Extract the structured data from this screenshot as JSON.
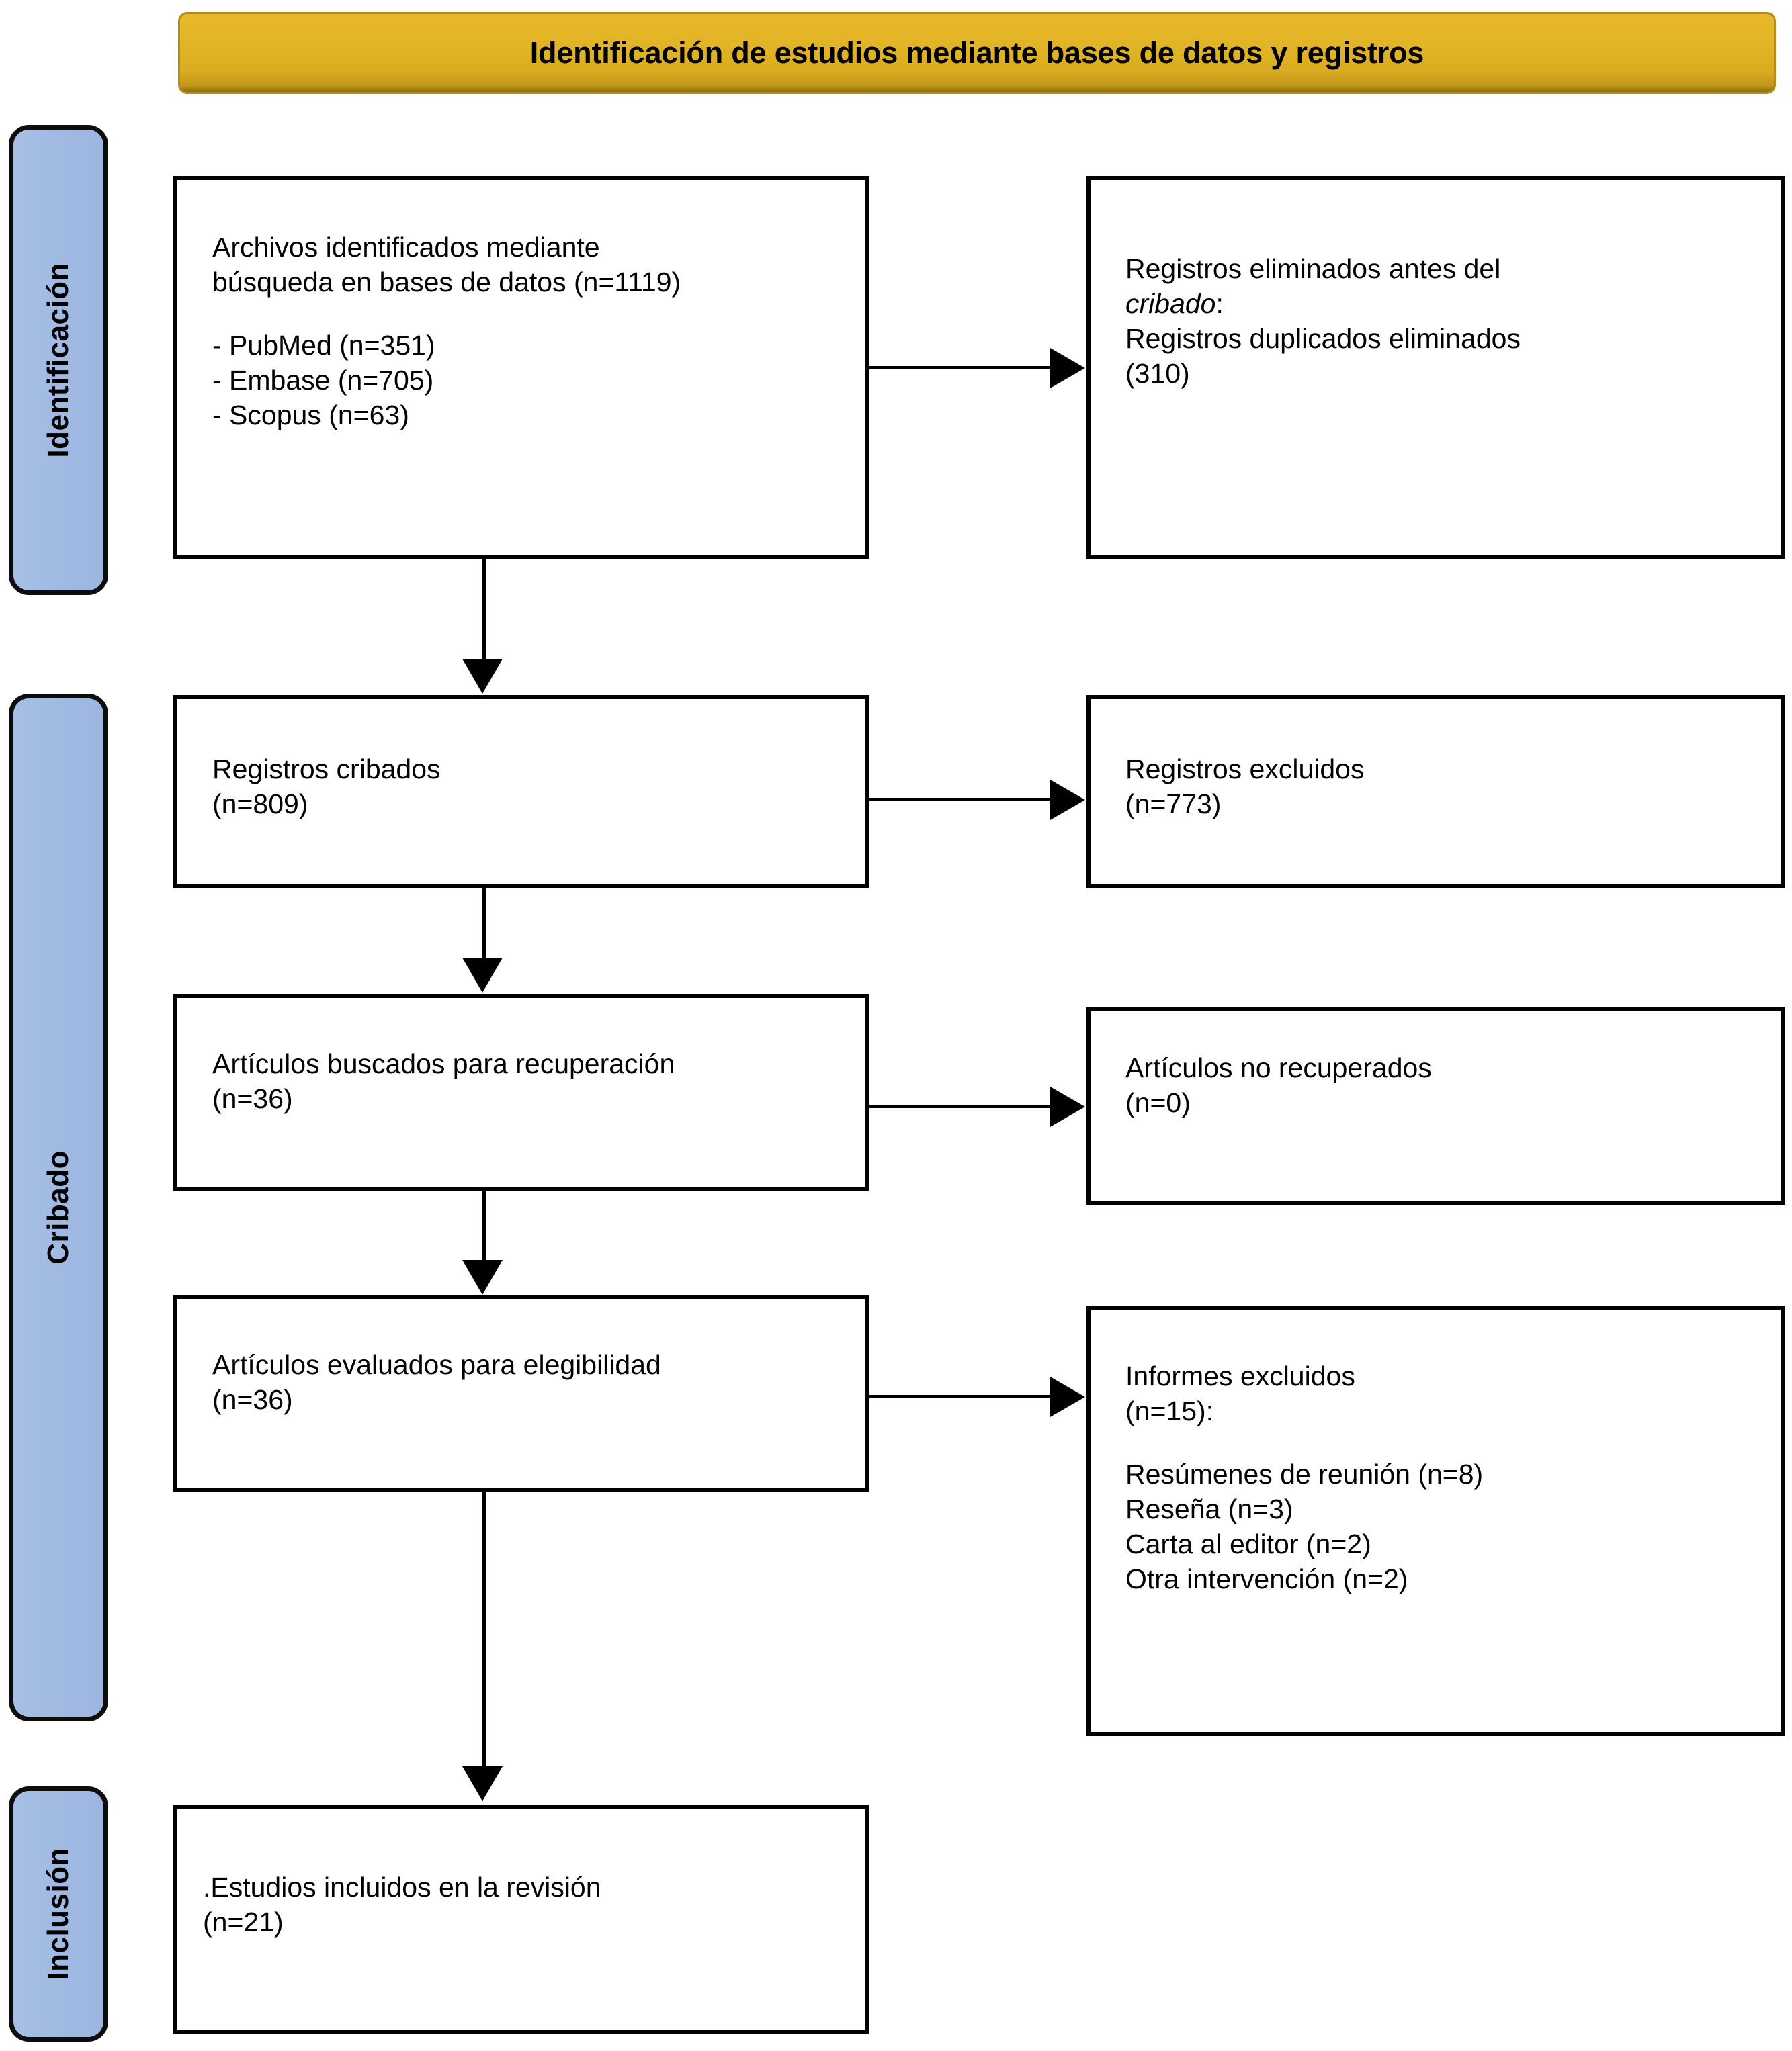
{
  "banner": {
    "title": "Identificación de estudios mediante bases de datos y registros"
  },
  "stages": [
    {
      "id": "identificacion",
      "label": "Identificación"
    },
    {
      "id": "cribado",
      "label": "Cribado"
    },
    {
      "id": "inclusion",
      "label": "Inclusión"
    }
  ],
  "boxes": {
    "identified": {
      "line1": "Archivos identificados mediante",
      "line2": "búsqueda en bases de datos (n=1119)",
      "sources": [
        "- PubMed (n=351)",
        "- Embase (n=705)",
        "- Scopus (n=63)"
      ]
    },
    "removed": {
      "line1": "Registros eliminados antes del",
      "line2_italic": "cribado",
      "line2_tail": ":",
      "line3": "Registros duplicados eliminados",
      "line4": "(310)"
    },
    "screened": {
      "line1": " Registros cribados",
      "line2": "(n=809)"
    },
    "excluded": {
      "line1": "Registros excluidos",
      "line2": "(n=773)"
    },
    "sought": {
      "line1": "Artículos buscados para recuperación",
      "line2": "(n=36)"
    },
    "not_retrieved": {
      "line1": "Artículos no recuperados",
      "line2": "(n=0)"
    },
    "assessed": {
      "line1": "Artículos evaluados para elegibilidad",
      "line2": "(n=36)"
    },
    "reports_excluded": {
      "line1": "Informes excluidos",
      "line2": "(n=15):",
      "reasons": [
        "Resúmenes de reunión (n=8)",
        "Reseña (n=3)",
        "Carta al editor (n=2)",
        "Otra intervención (n=2)"
      ]
    },
    "included": {
      "line1": ".Estudios incluidos en la revisión",
      "line2": "(n=21)"
    }
  },
  "colors": {
    "banner_fill": "#e0b225",
    "banner_border": "#b58c17",
    "stage_fill": "#a2bbe3",
    "stage_border": "#0d0d0d",
    "box_border": "#000000",
    "box_fill": "#ffffff",
    "connector": "#000000"
  },
  "chart_data": {
    "type": "diagram",
    "title": "Identificación de estudios mediante bases de datos y registros",
    "flow": [
      {
        "stage": "Identificación",
        "node": "Archivos identificados mediante búsqueda en bases de datos",
        "n": 1119,
        "breakdown": [
          {
            "source": "PubMed",
            "n": 351
          },
          {
            "source": "Embase",
            "n": 705
          },
          {
            "source": "Scopus",
            "n": 63
          }
        ]
      },
      {
        "stage": "Identificación",
        "node": "Registros duplicados eliminados antes del cribado",
        "n": 310
      },
      {
        "stage": "Cribado",
        "node": "Registros cribados",
        "n": 809
      },
      {
        "stage": "Cribado",
        "node": "Registros excluidos",
        "n": 773
      },
      {
        "stage": "Cribado",
        "node": "Artículos buscados para recuperación",
        "n": 36
      },
      {
        "stage": "Cribado",
        "node": "Artículos no recuperados",
        "n": 0
      },
      {
        "stage": "Cribado",
        "node": "Artículos evaluados para elegibilidad",
        "n": 36
      },
      {
        "stage": "Cribado",
        "node": "Informes excluidos",
        "n": 15,
        "breakdown": [
          {
            "reason": "Resúmenes de reunión",
            "n": 8
          },
          {
            "reason": "Reseña",
            "n": 3
          },
          {
            "reason": "Carta al editor",
            "n": 2
          },
          {
            "reason": "Otra intervención",
            "n": 2
          }
        ]
      },
      {
        "stage": "Inclusión",
        "node": "Estudios incluidos en la revisión",
        "n": 21
      }
    ]
  }
}
